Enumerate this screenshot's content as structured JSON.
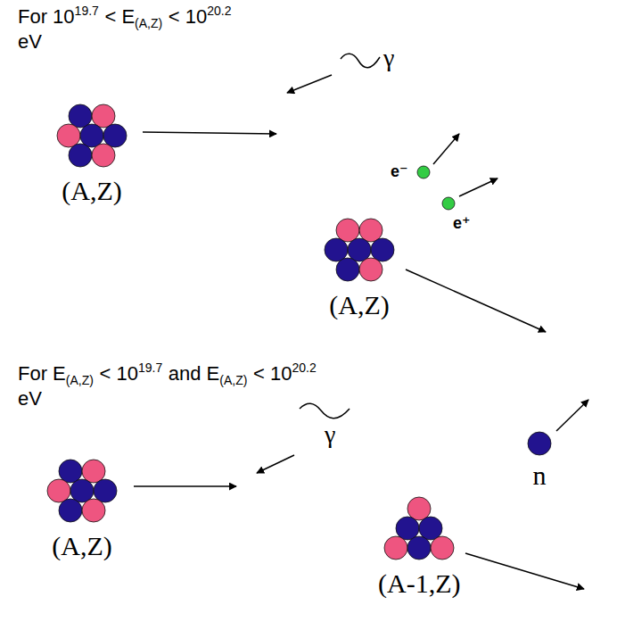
{
  "diagram": {
    "nodes": [
      {
        "text": [
          "(A,Z)"
        ]
      },
      {
        "text": [
          "e⁻"
        ]
      },
      {
        "text": [
          "e⁺"
        ]
      },
      {
        "text": [
          "(A,Z)"
        ]
      },
      {
        "text": [
          "(A,Z)"
        ]
      },
      {
        "text": [
          "n"
        ]
      },
      {
        "text": [
          "(A-1,Z)"
        ]
      }
    ],
    "labels": [
      "For 10",
      "19.7",
      "< E",
      "(A,Z)",
      "< 10",
      "20.2",
      "eV",
      "γ",
      "For E",
      "(A,Z)",
      "< 10",
      "19.7",
      "and E",
      "(A,Z)",
      "< 10",
      "20.2",
      "eV",
      "γ"
    ]
  }
}
